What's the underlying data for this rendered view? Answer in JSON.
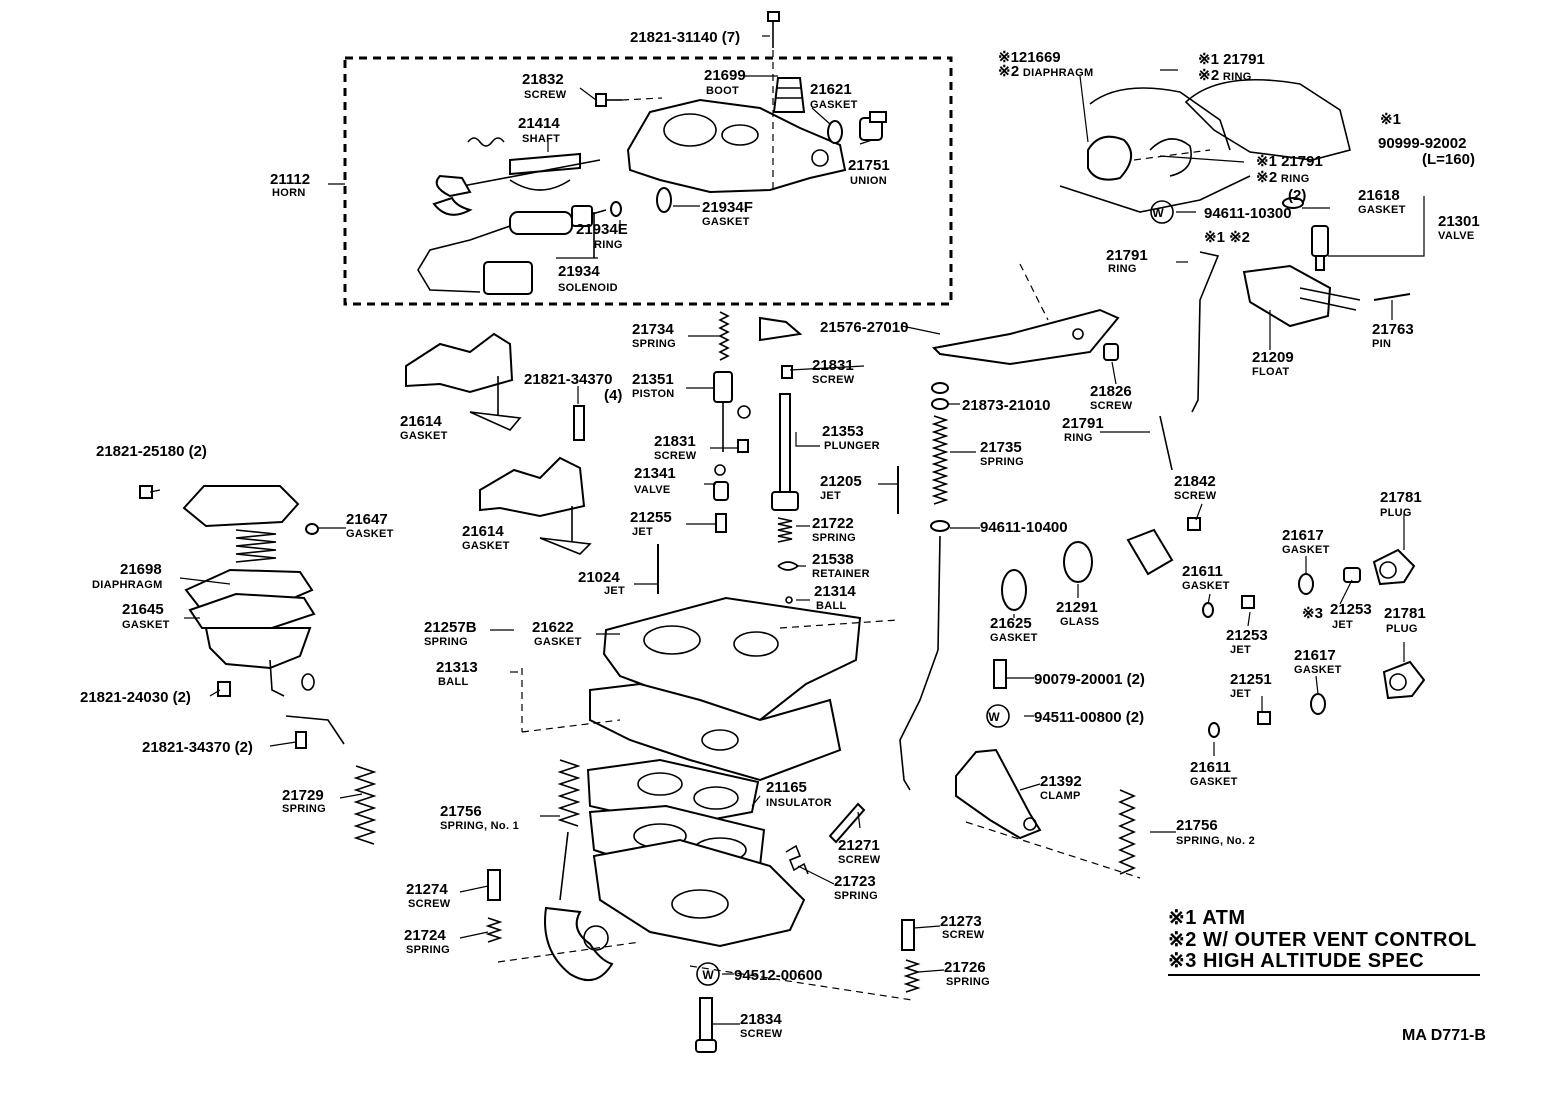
{
  "diagram_code": "MA D771-B",
  "legend": [
    {
      "mark": "※1",
      "text": "ATM"
    },
    {
      "mark": "※2",
      "text": "W/ OUTER VENT CONTROL"
    },
    {
      "mark": "※3",
      "text": "HIGH ALTITUDE SPEC"
    }
  ],
  "parts": {
    "p21821_31140": {
      "num": "21821-31140 (7)"
    },
    "p21832": {
      "num": "21832",
      "desc": "SCREW"
    },
    "p21699": {
      "num": "21699",
      "desc": "BOOT"
    },
    "p21621": {
      "num": "21621",
      "desc": "GASKET"
    },
    "p21414": {
      "num": "21414",
      "desc": "SHAFT"
    },
    "p21112": {
      "num": "21112",
      "desc": "HORN"
    },
    "p21751": {
      "num": "21751",
      "desc": "UNION"
    },
    "p21934F": {
      "num": "21934F",
      "desc": "GASKET"
    },
    "p21934E": {
      "num": "21934E",
      "desc": "RING"
    },
    "p21934": {
      "num": "21934",
      "desc": "SOLENOID"
    },
    "p21669": {
      "mark1": "※1",
      "num": "21669",
      "mark2": "※2",
      "desc": "DIAPHRAGM"
    },
    "p21791a": {
      "mark1": "※1",
      "num": "21791",
      "mark2": "※2",
      "desc": "RING"
    },
    "p90999": {
      "mark": "※1",
      "num": "90999-92002",
      "desc": "(L=160)"
    },
    "p21791b": {
      "mark1": "※1",
      "num": "21791",
      "mark2": "※2",
      "desc": "RING"
    },
    "p21618": {
      "qty": "(2)",
      "num": "21618",
      "desc": "GASKET"
    },
    "p94611_10300": {
      "w": "W",
      "num": "94611-10300"
    },
    "p21301": {
      "num": "21301",
      "desc": "VALVE"
    },
    "p21791c": {
      "num": "21791",
      "desc": "RING",
      "marks": "※1 ※2"
    },
    "p21209": {
      "num": "21209",
      "desc": "FLOAT"
    },
    "p21763": {
      "num": "21763",
      "desc": "PIN"
    },
    "p21576": {
      "num": "21576-27010"
    },
    "p21734": {
      "num": "21734",
      "desc": "SPRING"
    },
    "p21831a": {
      "num": "21831",
      "desc": "SCREW"
    },
    "p21351": {
      "num": "21351",
      "desc": "PISTON"
    },
    "p21821_34370a": {
      "num": "21821-34370",
      "qty": "(4)"
    },
    "p21614a": {
      "num": "21614",
      "desc": "GASKET"
    },
    "p21873": {
      "num": "21873-21010"
    },
    "p21826": {
      "num": "21826",
      "desc": "SCREW"
    },
    "p21791d": {
      "num": "21791",
      "desc": "RING"
    },
    "p21353": {
      "num": "21353",
      "desc": "PLUNGER"
    },
    "p21831b": {
      "num": "21831",
      "desc": "SCREW"
    },
    "p21735": {
      "num": "21735",
      "desc": "SPRING"
    },
    "p21341": {
      "num": "21341",
      "desc": "VALVE"
    },
    "p21821_25180": {
      "num": "21821-25180 (2)"
    },
    "p21205": {
      "num": "21205",
      "desc": "JET"
    },
    "p21842": {
      "num": "21842",
      "desc": "SCREW"
    },
    "p21781a": {
      "num": "21781",
      "desc": "PLUG"
    },
    "p21647": {
      "num": "21647",
      "desc": "GASKET"
    },
    "p21255": {
      "num": "21255",
      "desc": "JET"
    },
    "p21722": {
      "num": "21722",
      "desc": "SPRING"
    },
    "p21614b": {
      "num": "21614",
      "desc": "GASKET"
    },
    "p94611_10400": {
      "num": "94611-10400"
    },
    "p21617a": {
      "num": "21617",
      "desc": "GASKET"
    },
    "p21698": {
      "num": "21698",
      "desc": "DIAPHRAGM"
    },
    "p21538": {
      "num": "21538",
      "desc": "RETAINER"
    },
    "p21024": {
      "num": "21024",
      "desc": "JET"
    },
    "p21611a": {
      "num": "21611",
      "desc": "GASKET"
    },
    "p21314": {
      "num": "21314",
      "desc": "BALL"
    },
    "p21645": {
      "num": "21645",
      "desc": "GASKET"
    },
    "p21253a": {
      "num": "21253",
      "desc": "JET",
      "mark": "※3"
    },
    "p21781b": {
      "num": "21781",
      "desc": "PLUG"
    },
    "p21257B": {
      "num": "21257B",
      "desc": "SPRING"
    },
    "p21622": {
      "num": "21622",
      "desc": "GASKET"
    },
    "p21625": {
      "num": "21625",
      "desc": "GASKET"
    },
    "p21291": {
      "num": "21291",
      "desc": "GLASS"
    },
    "p21253b": {
      "num": "21253",
      "desc": "JET"
    },
    "p21617b": {
      "num": "21617",
      "desc": "GASKET"
    },
    "p21313": {
      "num": "21313",
      "desc": "BALL"
    },
    "p90079": {
      "num": "90079-20001 (2)"
    },
    "p21251": {
      "num": "21251",
      "desc": "JET"
    },
    "p21821_24030": {
      "num": "21821-24030 (2)"
    },
    "p94511": {
      "w": "W",
      "num": "94511-00800 (2)"
    },
    "p21821_34370b": {
      "num": "21821-34370 (2)"
    },
    "p21611b": {
      "num": "21611",
      "desc": "GASKET"
    },
    "p21392": {
      "num": "21392",
      "desc": "CLAMP"
    },
    "p21165": {
      "num": "21165",
      "desc": "INSULATOR"
    },
    "p21729": {
      "num": "21729",
      "desc": "SPRING"
    },
    "p21756a": {
      "num": "21756",
      "desc": "SPRING, No. 1"
    },
    "p21756b": {
      "num": "21756",
      "desc": "SPRING, No. 2"
    },
    "p21271": {
      "num": "21271",
      "desc": "SCREW"
    },
    "p21723": {
      "num": "21723",
      "desc": "SPRING"
    },
    "p21274": {
      "num": "21274",
      "desc": "SCREW"
    },
    "p21273": {
      "num": "21273",
      "desc": "SCREW"
    },
    "p21724": {
      "num": "21724",
      "desc": "SPRING"
    },
    "p21726": {
      "num": "21726",
      "desc": "SPRING"
    },
    "p94512": {
      "w": "W",
      "num": "94512-00600"
    },
    "p21834": {
      "num": "21834",
      "desc": "SCREW"
    }
  }
}
